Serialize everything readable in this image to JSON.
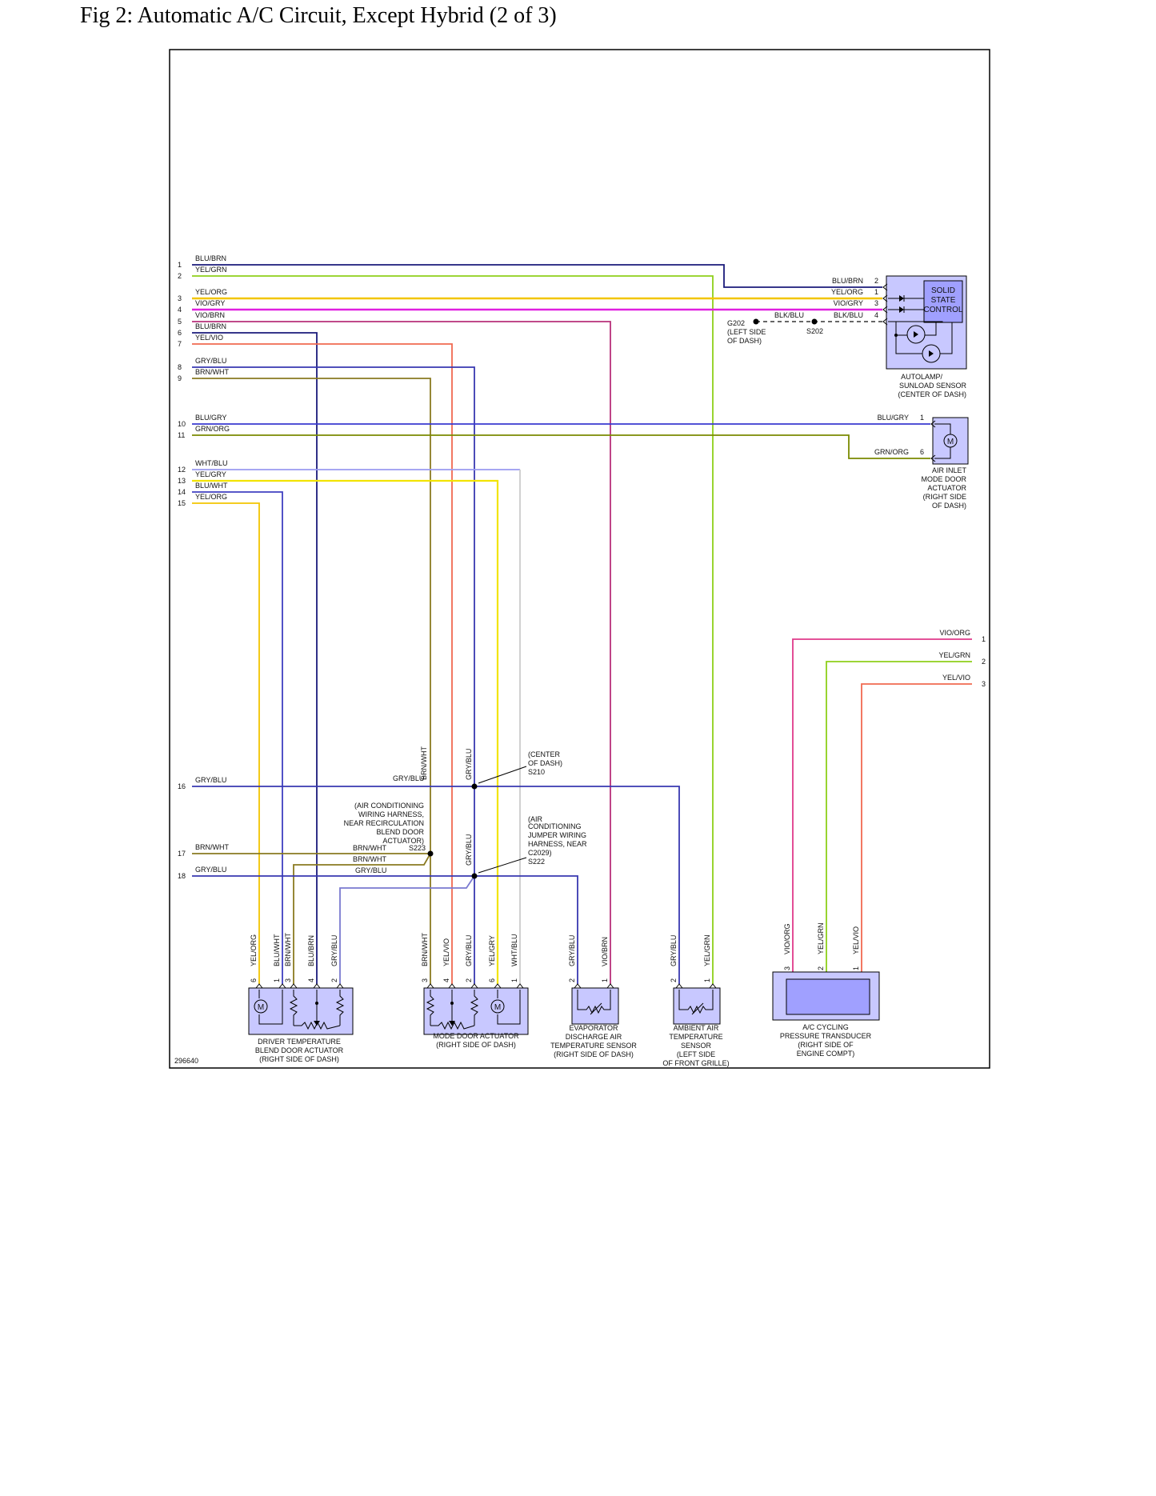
{
  "page_title": "Fig 2: Automatic A/C Circuit, Except Hybrid (2 of 3)",
  "colors": {
    "BLU_BRN": "#1a1a7a",
    "YEL_GRN": "#8ecf1a",
    "YEL_ORG": "#f2c500",
    "VIO_GRY": "#e020e0",
    "VIO_BRN": "#b8307a",
    "YEL_VIO": "#f06a50",
    "GRY_BLU": "#3838b0",
    "BRN_WHT": "#8a7a20",
    "BLU_GRY": "#3a3ad0",
    "GRN_ORG": "#7a8a00",
    "WHT_BLU": "#9a9af0",
    "YEL_GRY": "#f2e400",
    "BLU_WHT": "#4040c0",
    "VIO_ORG": "#e03a8a",
    "WHT_WIRE": "#cccccc",
    "GRY_BLU_LIGHT": "#7a7ad0",
    "component_fill": "#c8c8ff",
    "component_fill_dark": "#a0a0ff"
  },
  "left_pins": [
    {
      "num": "1",
      "wire": "BLU/BRN"
    },
    {
      "num": "2",
      "wire": "YEL/GRN"
    },
    {
      "num": "3",
      "wire": "YEL/ORG"
    },
    {
      "num": "4",
      "wire": "VIO/GRY"
    },
    {
      "num": "5",
      "wire": "VIO/BRN"
    },
    {
      "num": "6",
      "wire": "BLU/BRN"
    },
    {
      "num": "7",
      "wire": "YEL/VIO"
    },
    {
      "num": "8",
      "wire": "GRY/BLU"
    },
    {
      "num": "9",
      "wire": "BRN/WHT"
    },
    {
      "num": "10",
      "wire": "BLU/GRY"
    },
    {
      "num": "11",
      "wire": "GRN/ORG"
    },
    {
      "num": "12",
      "wire": "WHT/BLU"
    },
    {
      "num": "13",
      "wire": "YEL/GRY"
    },
    {
      "num": "14",
      "wire": "BLU/WHT"
    },
    {
      "num": "15",
      "wire": "YEL/ORG"
    },
    {
      "num": "16",
      "wire": "GRY/BLU"
    },
    {
      "num": "17",
      "wire": "BRN/WHT"
    },
    {
      "num": "18",
      "wire": "GRY/BLU"
    }
  ],
  "sunload": {
    "box_label": [
      "SOLID",
      "STATE",
      "CONTROL"
    ],
    "caption": [
      "AUTOLAMP/",
      "SUNLOAD SENSOR",
      "(CENTER OF DASH)"
    ],
    "pins": [
      {
        "wire": "BLU/BRN",
        "num": "2"
      },
      {
        "wire": "YEL/ORG",
        "num": "1"
      },
      {
        "wire": "VIO/GRY",
        "num": "3"
      },
      {
        "wire": "BLK/BLU",
        "num": "4"
      }
    ],
    "ground_wire": "BLK/BLU",
    "ground": [
      "G202",
      "(LEFT SIDE",
      "OF DASH)"
    ],
    "splice": "S202"
  },
  "air_inlet": {
    "caption": [
      "AIR INLET",
      "MODE DOOR",
      "ACTUATOR",
      "(RIGHT SIDE",
      "OF DASH)"
    ],
    "pins": [
      {
        "wire": "BLU/GRY",
        "num": "1"
      },
      {
        "wire": "GRN/ORG",
        "num": "6"
      }
    ],
    "motor": "M"
  },
  "right_pins": [
    {
      "wire": "VIO/ORG",
      "num": "1"
    },
    {
      "wire": "YEL/GRN",
      "num": "2"
    },
    {
      "wire": "YEL/VIO",
      "num": "3"
    }
  ],
  "splices": {
    "s210": {
      "wire_left": "GRY/BLU",
      "up_labels": [
        "BRN/WHT",
        "GRY/BLU"
      ],
      "note": [
        "(CENTER",
        "OF DASH)",
        "S210"
      ]
    },
    "s223": {
      "note": [
        "(AIR CONDITIONING",
        "WIRING HARNESS,",
        "NEAR RECIRCULATION",
        "BLEND DOOR",
        "ACTUATOR)"
      ],
      "id": "S223",
      "wires": [
        "BRN/WHT",
        "BRN/WHT",
        "GRY/BLU"
      ]
    },
    "s222": {
      "note": [
        "(AIR",
        "CONDITIONING",
        "JUMPER WIRING",
        "HARNESS, NEAR",
        "C2029)"
      ],
      "id": "S222",
      "up_label": "GRY/BLU"
    }
  },
  "connectors": [
    {
      "num": "6",
      "wire": "YEL/ORG"
    },
    {
      "num": "1",
      "wire": "BLU/WHT"
    },
    {
      "num": "3",
      "wire": "BRN/WHT"
    },
    {
      "num": "4",
      "wire": "BLU/BRN"
    },
    {
      "num": "2",
      "wire": "GRY/BLU"
    },
    {
      "num": "3",
      "wire": "BRN/WHT"
    },
    {
      "num": "4",
      "wire": "YEL/VIO"
    },
    {
      "num": "2",
      "wire": "GRY/BLU"
    },
    {
      "num": "6",
      "wire": "YEL/GRY"
    },
    {
      "num": "1",
      "wire": "WHT/BLU"
    },
    {
      "num": "2",
      "wire": "GRY/BLU"
    },
    {
      "num": "1",
      "wire": "VIO/BRN"
    },
    {
      "num": "2",
      "wire": "GRY/BLU"
    },
    {
      "num": "1",
      "wire": "YEL/GRN"
    },
    {
      "num": "3",
      "wire": "VIO/ORG"
    },
    {
      "num": "2",
      "wire": "YEL/GRN"
    },
    {
      "num": "1",
      "wire": "YEL/VIO"
    }
  ],
  "components": [
    {
      "name": "driver-temp-actuator",
      "caption": [
        "DRIVER TEMPERATURE",
        "BLEND DOOR ACTUATOR",
        "(RIGHT SIDE OF DASH)"
      ]
    },
    {
      "name": "mode-door-actuator",
      "caption": [
        "MODE DOOR ACTUATOR",
        "(RIGHT SIDE OF DASH)"
      ]
    },
    {
      "name": "evaporator-sensor",
      "caption": [
        "EVAPORATOR",
        "DISCHARGE AIR",
        "TEMPERATURE SENSOR",
        "(RIGHT SIDE OF DASH)"
      ]
    },
    {
      "name": "ambient-air-sensor",
      "caption": [
        "AMBIENT AIR",
        "TEMPERATURE",
        "SENSOR",
        "(LEFT SIDE",
        "OF FRONT GRILLE)"
      ]
    },
    {
      "name": "pressure-transducer",
      "caption": [
        "A/C CYCLING",
        "PRESSURE TRANSDUCER",
        "(RIGHT SIDE OF",
        "ENGINE COMPT)"
      ]
    }
  ],
  "motor_symbol": "M",
  "figure_id": "296640"
}
